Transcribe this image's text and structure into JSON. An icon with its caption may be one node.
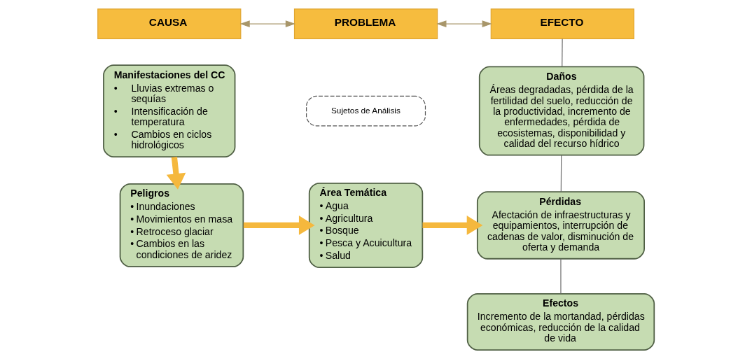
{
  "diagram": {
    "nodes": [
      {
        "text": [
          "CAUSA"
        ]
      },
      {
        "text": [
          "PROBLEMA"
        ]
      },
      {
        "text": [
          "EFECTO"
        ]
      },
      {
        "text": [
          "Manifestaciones del CC",
          "• Lluvias extremas o sequías",
          "• Intensificación de temperatura",
          "• Cambios en ciclos hidrológicos"
        ]
      },
      {
        "text": [
          "Peligros",
          "• Inundaciones",
          "• Movimientos en masa",
          "• Retroceso glaciar",
          "• Cambios en las condiciones de aridez"
        ]
      },
      {
        "text": [
          "Sujetos de Análisis"
        ]
      },
      {
        "text": [
          "Área Temática",
          "• Agua",
          "• Agricultura",
          "• Bosque",
          "• Pesca y Acuicultura",
          "• Salud"
        ]
      },
      {
        "text": [
          "Daños",
          "Áreas degradadas, pérdida de la fertilidad del suelo, reducción de la productividad, incremento de enfermedades, pérdida de ecosistemas, disponibilidad y calidad del recurso hídrico"
        ]
      },
      {
        "text": [
          "Pérdidas",
          "Afectación de infraestructuras y equipamientos, interrupción de cadenas de valor, disminución de oferta y demanda"
        ]
      },
      {
        "text": [
          "Efectos",
          "Incremento de la mortandad, pérdidas económicas, reducción de la calidad de vida"
        ]
      }
    ],
    "edges": [
      {
        "from": 0,
        "to": 1,
        "arrow": "both",
        "color": "#a8966a"
      },
      {
        "from": 1,
        "to": 2,
        "arrow": "both",
        "color": "#a8966a"
      },
      {
        "from": 3,
        "to": 4,
        "arrow": "to",
        "style": "thick",
        "color": "#f5b83d"
      },
      {
        "from": 4,
        "to": 6,
        "arrow": "to",
        "style": "thick",
        "color": "#f5b83d"
      },
      {
        "from": 6,
        "to": 8,
        "arrow": "to",
        "style": "thick",
        "color": "#f5b83d"
      },
      {
        "from": 2,
        "to": 7,
        "arrow": "none",
        "color": "#6b6b6b"
      },
      {
        "from": 7,
        "to": 8,
        "arrow": "none",
        "color": "#6b6b6b"
      },
      {
        "from": 8,
        "to": 9,
        "arrow": "none",
        "color": "#6b6b6b"
      }
    ]
  }
}
